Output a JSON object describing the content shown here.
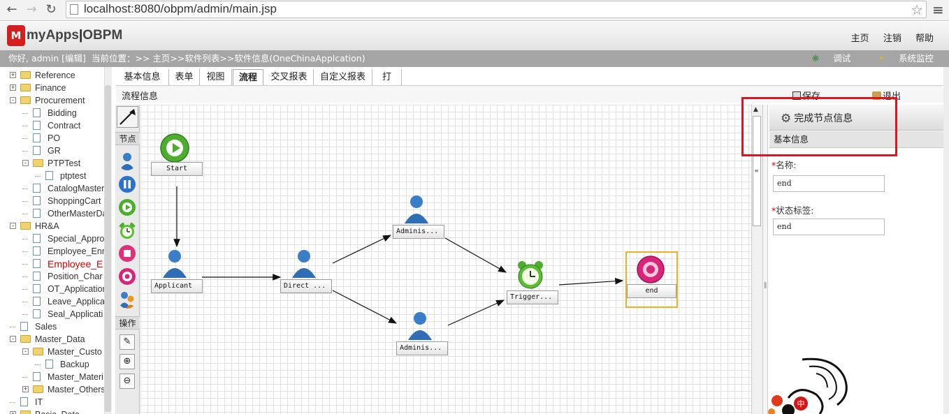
{
  "browser": {
    "url": "localhost:8080/obpm/admin/main.jsp"
  },
  "header": {
    "logo_mark": "M",
    "brand": "myApps",
    "sep": "|",
    "product": "OBPM",
    "links": [
      "主页",
      "注销",
      "帮助"
    ]
  },
  "crumbs": {
    "user": "你好, admin [编辑]",
    "path": "当前位置：>> 主页>>软件列表>>软件信息(OneChinaApplcation)",
    "debug": "调试",
    "monitor": "系统监控"
  },
  "tree": [
    {
      "label": "Reference",
      "type": "folder",
      "expander": "+"
    },
    {
      "label": "Finance",
      "type": "folder",
      "expander": "+"
    },
    {
      "label": "Procurement",
      "type": "folder",
      "expander": "-"
    },
    {
      "label": "Bidding",
      "type": "page"
    },
    {
      "label": "Contract",
      "type": "page"
    },
    {
      "label": "PO",
      "type": "page"
    },
    {
      "label": "GR",
      "type": "page"
    },
    {
      "label": "PTPTest",
      "type": "folder",
      "expander": "-"
    },
    {
      "label": "ptptest",
      "type": "page"
    },
    {
      "label": "CatalogMaster",
      "type": "page"
    },
    {
      "label": "ShoppingCart",
      "type": "page"
    },
    {
      "label": "OtherMasterDa",
      "type": "page"
    },
    {
      "label": "HR&A",
      "type": "folder",
      "expander": "-"
    },
    {
      "label": "Special_Appro",
      "type": "page"
    },
    {
      "label": "Employee_Enr",
      "type": "page"
    },
    {
      "label": "Employee_E",
      "type": "page",
      "active": true
    },
    {
      "label": "Position_Char",
      "type": "page"
    },
    {
      "label": "OT_Application",
      "type": "page"
    },
    {
      "label": "Leave_Applica",
      "type": "page"
    },
    {
      "label": "Seal_Applicati",
      "type": "page"
    },
    {
      "label": "Sales",
      "type": "page"
    },
    {
      "label": "Master_Data",
      "type": "folder",
      "expander": "-"
    },
    {
      "label": "Master_Custo",
      "type": "folder",
      "expander": "-"
    },
    {
      "label": "Backup",
      "type": "page"
    },
    {
      "label": "Master_Materi",
      "type": "page"
    },
    {
      "label": "Master_Others",
      "type": "folder",
      "expander": "+"
    },
    {
      "label": "IT",
      "type": "page"
    },
    {
      "label": "Basic_Data",
      "type": "folder",
      "expander": "+"
    }
  ],
  "tabs": [
    "基本信息",
    "表单",
    "视图",
    "流程",
    "交叉报表",
    "自定义报表",
    "打印"
  ],
  "active_tab": "流程",
  "info_bar": {
    "title": "流程信息",
    "save": "保存",
    "exit": "退出"
  },
  "palette": {
    "nodes_label": "节点",
    "ops_label": "操作"
  },
  "flow_nodes": {
    "start": "Start",
    "applicant": "Applicant",
    "direct": "Direct ...",
    "admin1": "Adminis...",
    "admin2": "Adminis...",
    "trigger": "Trigger...",
    "end": "end"
  },
  "props": {
    "title": "完成节点信息",
    "section": "基本信息",
    "name_label": "名称:",
    "name_value": "end",
    "status_label": "状态标签:",
    "status_value": "end",
    "required_mark": "*"
  },
  "deco_text": "中"
}
